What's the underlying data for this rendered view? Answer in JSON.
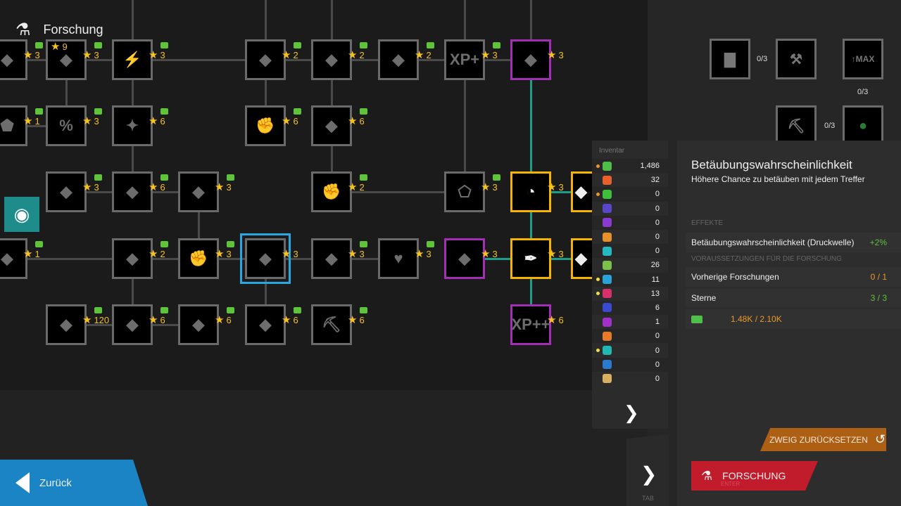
{
  "header": {
    "title": "Forschung",
    "icon": "flask-icon"
  },
  "tree": {
    "nodes": [
      {
        "stars": "3",
        "icon": "meteor"
      },
      {
        "stars": "3",
        "icon": "meteor",
        "badge": "9"
      },
      {
        "stars": "3",
        "icon": "lightning"
      },
      {
        "stars": "2",
        "icon": "lightning-arrows"
      },
      {
        "stars": "2",
        "icon": "xp-plus-grid"
      },
      {
        "stars": "2",
        "icon": "xp-minus"
      },
      {
        "stars": "3",
        "icon": "XP+"
      },
      {
        "stars": "3",
        "icon": "hammer-rock",
        "style": "purple"
      },
      {
        "stars": "1",
        "icon": "shield"
      },
      {
        "stars": "3",
        "icon": "percent"
      },
      {
        "stars": "6",
        "icon": "star-burst"
      },
      {
        "stars": "6",
        "icon": "fist"
      },
      {
        "stars": "6",
        "icon": "gem-shield"
      },
      {
        "stars": "3",
        "icon": "hammer-rock"
      },
      {
        "stars": "6",
        "icon": "cards"
      },
      {
        "stars": "3",
        "icon": "rocks"
      },
      {
        "stars": "2",
        "icon": "fist"
      },
      {
        "stars": "3",
        "icon": "gem"
      },
      {
        "stars": "3",
        "icon": "stun",
        "style": "yellow"
      },
      {
        "stars": "",
        "icon": "node",
        "style": "yellow"
      },
      {
        "stars": "1",
        "icon": "rock"
      },
      {
        "stars": "2",
        "icon": "explosion"
      },
      {
        "stars": "3",
        "icon": "fist"
      },
      {
        "stars": "3",
        "icon": "stun-wave",
        "style": "selected"
      },
      {
        "stars": "3",
        "icon": "shatter"
      },
      {
        "stars": "3",
        "icon": "heart"
      },
      {
        "stars": "3",
        "icon": "cards",
        "style": "purple"
      },
      {
        "stars": "3",
        "icon": "pen",
        "style": "yellow"
      },
      {
        "stars": "",
        "icon": "node",
        "style": "yellow"
      },
      {
        "stars": "120",
        "icon": "magnet"
      },
      {
        "stars": "6",
        "icon": "rock-hammer"
      },
      {
        "stars": "6",
        "icon": "rock-speed"
      },
      {
        "stars": "6",
        "icon": "rock-split"
      },
      {
        "stars": "6",
        "icon": "pickaxe"
      },
      {
        "stars": "6",
        "icon": "XP++",
        "style": "purple"
      }
    ]
  },
  "side_tree": {
    "labels": [
      "0/3",
      "0/3",
      "0/3"
    ],
    "max_label": "MAX"
  },
  "inventory": {
    "title": "Inventar",
    "items": [
      {
        "icon": "cash",
        "color": "#4fbf4a",
        "value": "1,486",
        "dot": "#e8962a"
      },
      {
        "icon": "ore-pentagon",
        "color": "#e8602a",
        "value": "32"
      },
      {
        "icon": "green-orb",
        "color": "#3fbf3a",
        "value": "0",
        "dot": "#e8962a"
      },
      {
        "icon": "blue-triangle",
        "color": "#5a46c8",
        "value": "0"
      },
      {
        "icon": "purple-block",
        "color": "#8a3ad0",
        "value": "0"
      },
      {
        "icon": "orange-orb",
        "color": "#e8902a",
        "value": "0"
      },
      {
        "icon": "teal-crystal",
        "color": "#24b8c0",
        "value": "0"
      },
      {
        "icon": "green-card",
        "color": "#7ac04a",
        "value": "26"
      },
      {
        "icon": "xp-card",
        "color": "#2aa4d8",
        "value": "11",
        "dot": "#f0e040"
      },
      {
        "icon": "pink-card",
        "color": "#d8306a",
        "value": "13",
        "dot": "#f0e040"
      },
      {
        "icon": "blue-star-card",
        "color": "#3a4ad0",
        "value": "6"
      },
      {
        "icon": "purple-star-card",
        "color": "#a030c8",
        "value": "1"
      },
      {
        "icon": "orange-star-card",
        "color": "#e87a2a",
        "value": "0"
      },
      {
        "icon": "teal-star-card",
        "color": "#20b8b0",
        "value": "0",
        "dot": "#f0e040"
      },
      {
        "icon": "blue-ticket",
        "color": "#2a7ad0",
        "value": "0"
      },
      {
        "icon": "pencil",
        "color": "#d8b060",
        "value": "0"
      }
    ]
  },
  "detail": {
    "title": "Betäubungswahrscheinlichkeit",
    "subtitle": "Höhere Chance zu betäuben mit jedem Treffer",
    "effects_header": "EFFEKTE",
    "effect_label": "Betäubungswahrscheinlichkeit (Druckwelle)",
    "effect_value": "+2%",
    "req_header": "VORAUSSETZUNGEN FÜR DIE FORSCHUNG",
    "prev_label": "Vorherige Forschungen",
    "prev_value": "0 / 1",
    "stars_label": "Sterne",
    "stars_value": "3 / 3",
    "cost": "1.48K / 2.10K"
  },
  "buttons": {
    "reset": "ZWEIG ZURÜCKSETZEN",
    "research": "FORSCHUNG",
    "research_key": "ENTER",
    "tab_key": "TAB",
    "back": "Zurück"
  },
  "colors": {
    "green": "#5fc43a",
    "orange": "#e89a2a",
    "teal": "#1a9e88",
    "purple": "#a02fb4",
    "yellow": "#f4b400",
    "selected": "#2aa6e0"
  }
}
